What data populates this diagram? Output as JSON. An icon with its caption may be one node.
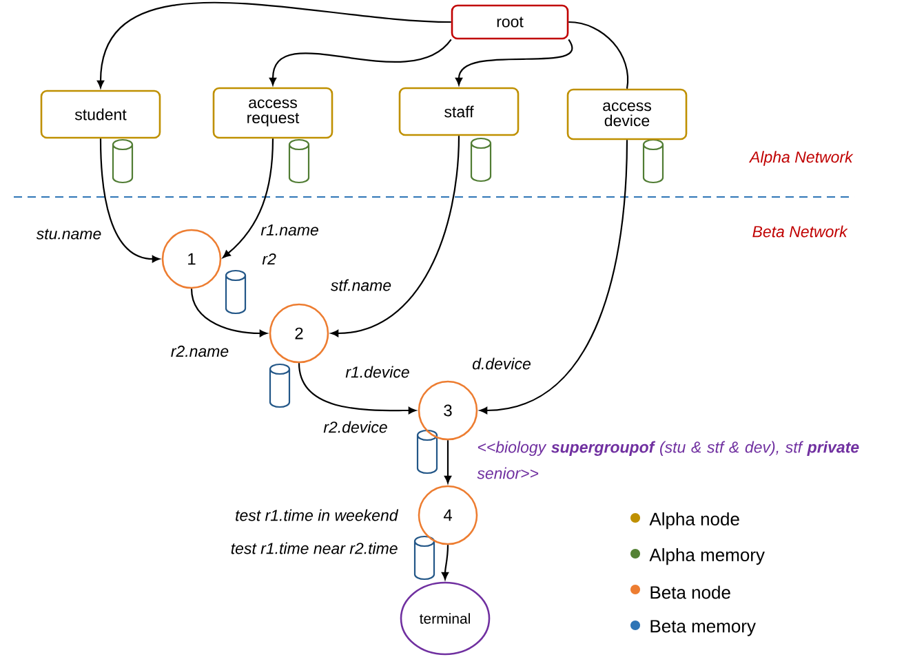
{
  "diagram": {
    "nodes": [
      {
        "text": [
          "root"
        ]
      },
      {
        "text": [
          "student"
        ]
      },
      {
        "text": [
          "access request"
        ]
      },
      {
        "text": [
          "staff"
        ]
      },
      {
        "text": [
          "access device"
        ]
      },
      {
        "text": [
          "1"
        ]
      },
      {
        "text": [
          "2"
        ]
      },
      {
        "text": [
          "3"
        ]
      },
      {
        "text": [
          "4"
        ]
      },
      {
        "text": [
          "terminal"
        ]
      }
    ],
    "edges": [
      {
        "from": 0,
        "to": 1,
        "arrow": "to"
      },
      {
        "from": 0,
        "to": 2,
        "arrow": "to"
      },
      {
        "from": 0,
        "to": 3,
        "arrow": "to"
      },
      {
        "from": 0,
        "to": 4,
        "arrow": "none"
      },
      {
        "from": 1,
        "to": 5,
        "arrow": "to",
        "label": "stu.name"
      },
      {
        "from": 2,
        "to": 5,
        "arrow": "to",
        "label": "r1.name"
      },
      {
        "from": 5,
        "to": 6,
        "arrow": "to",
        "label": "r2.name"
      },
      {
        "from": 3,
        "to": 6,
        "arrow": "to",
        "label": "stf.name"
      },
      {
        "from": 6,
        "to": 7,
        "arrow": "to",
        "label": "r1.device"
      },
      {
        "from": 4,
        "to": 7,
        "arrow": "to",
        "label": "d.device"
      },
      {
        "from": 7,
        "to": 8,
        "arrow": "to"
      },
      {
        "from": 8,
        "to": 9,
        "arrow": "to"
      }
    ],
    "labels": [
      "Alpha Network",
      "Beta Network",
      "r2",
      "r2.device",
      "<<biology **supergroupof** (stu & stf & dev), stf **private** senior>>",
      "test r1.time in weekend",
      "test r1.time near r2.time"
    ],
    "legend": [
      {
        "text": "Alpha node",
        "color": "#bf9000"
      },
      {
        "text": "Alpha memory",
        "color": "#548235"
      },
      {
        "text": "Beta node",
        "color": "#ed7d31"
      },
      {
        "text": "Beta memory",
        "color": "#2e75b6"
      }
    ]
  }
}
